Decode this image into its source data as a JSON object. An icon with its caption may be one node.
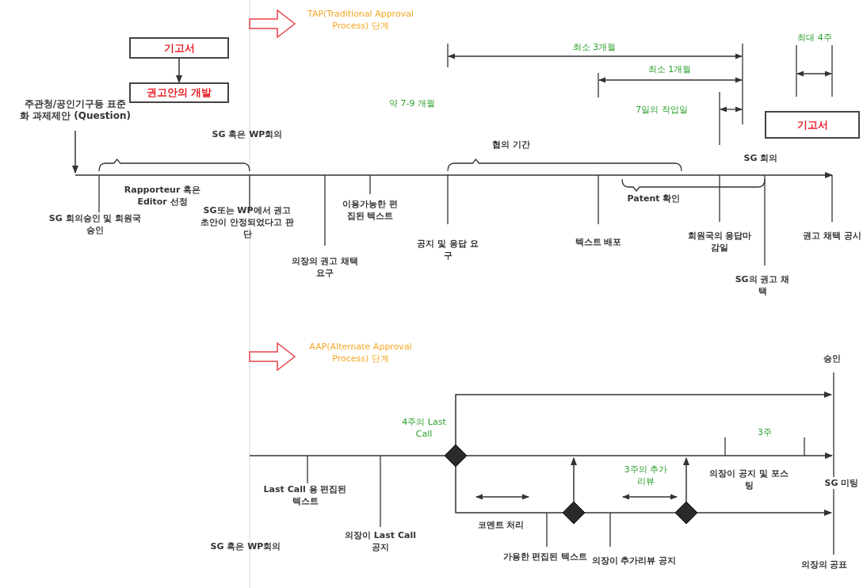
{
  "diagram": {
    "nodes": [
      {
        "text": [
          "기고서"
        ]
      },
      {
        "text": [
          "권고안의 개발"
        ]
      },
      {
        "text": [
          "주관청/공인기구등 표준화 과제제안 (Question)"
        ]
      },
      {
        "text": [
          "기고서"
        ]
      },
      {
        "text": [],
        "shape": "diamond"
      },
      {
        "text": [],
        "shape": "diamond"
      },
      {
        "text": [],
        "shape": "diamond"
      }
    ],
    "edges": [
      {
        "from": 0,
        "to": 1,
        "arrow": "to"
      },
      {
        "from": 2,
        "to": null,
        "arrow": "to"
      },
      {
        "from": 4,
        "to": null,
        "arrow": "to"
      },
      {
        "from": 4,
        "to": 5,
        "arrow": "none"
      },
      {
        "from": 5,
        "to": 6,
        "arrow": "none"
      },
      {
        "from": 6,
        "to": null,
        "arrow": "to"
      },
      {
        "from": 5,
        "to": null,
        "arrow": "to"
      },
      {
        "from": 6,
        "to": null,
        "arrow": "to"
      }
    ],
    "labels": [
      "TAP(Traditional Approval Process) 단계",
      "최소 3개월",
      "최대 4주",
      "최소 1개월",
      "약 7-9 개월",
      "7일의 작업일",
      "SG 혹은 WP회의",
      "협의 기간",
      "SG 회의",
      "Rapporteur 혹은 Editor 선정",
      "Patent 확인",
      "이용가능한 편집된 텍스트",
      "SG 회의승인 및 회원국 승인",
      "SG또는 WP에서 권고 초안이 안정되었다고 판단",
      "공지 및 응답 요구",
      "텍스트 배포",
      "회원국의 응답마감일",
      "권고 채택 공시",
      "의장의 권고 채택 요구",
      "SG의 권고 채택",
      "AAP(Alternate Approval Process) 단계",
      "승인",
      "4주의 Last Call",
      "3주",
      "3주의 추가 리뷰",
      "의장이 공지 및 포스팅",
      "SG 미팅",
      "Last Call 용 편집된 텍스트",
      "코멘트 처리",
      "의장이 Last Call 공지",
      "SG 혹은 WP회의",
      "가용한 편집된 텍스트",
      "의장이 추가리뷰 공지",
      "의장의 공표"
    ]
  }
}
